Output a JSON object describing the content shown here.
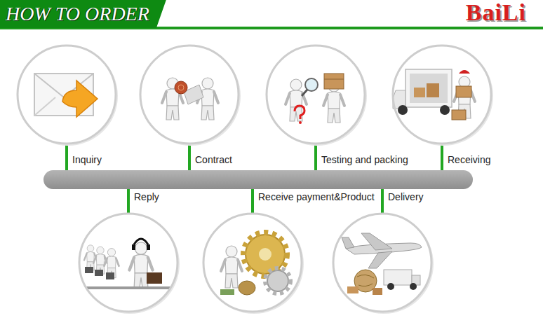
{
  "diagram": {
    "title": "HOW TO ORDER",
    "nodes": [
      {
        "text": [
          "Inquiry"
        ]
      },
      {
        "text": [
          "Reply"
        ]
      },
      {
        "text": [
          "Contract"
        ]
      },
      {
        "text": [
          "Receive payment&Product"
        ]
      },
      {
        "text": [
          "Testing and packing"
        ]
      },
      {
        "text": [
          "Delivery"
        ]
      },
      {
        "text": [
          "Receiving"
        ]
      }
    ],
    "labels": [
      "BaiLi"
    ]
  }
}
